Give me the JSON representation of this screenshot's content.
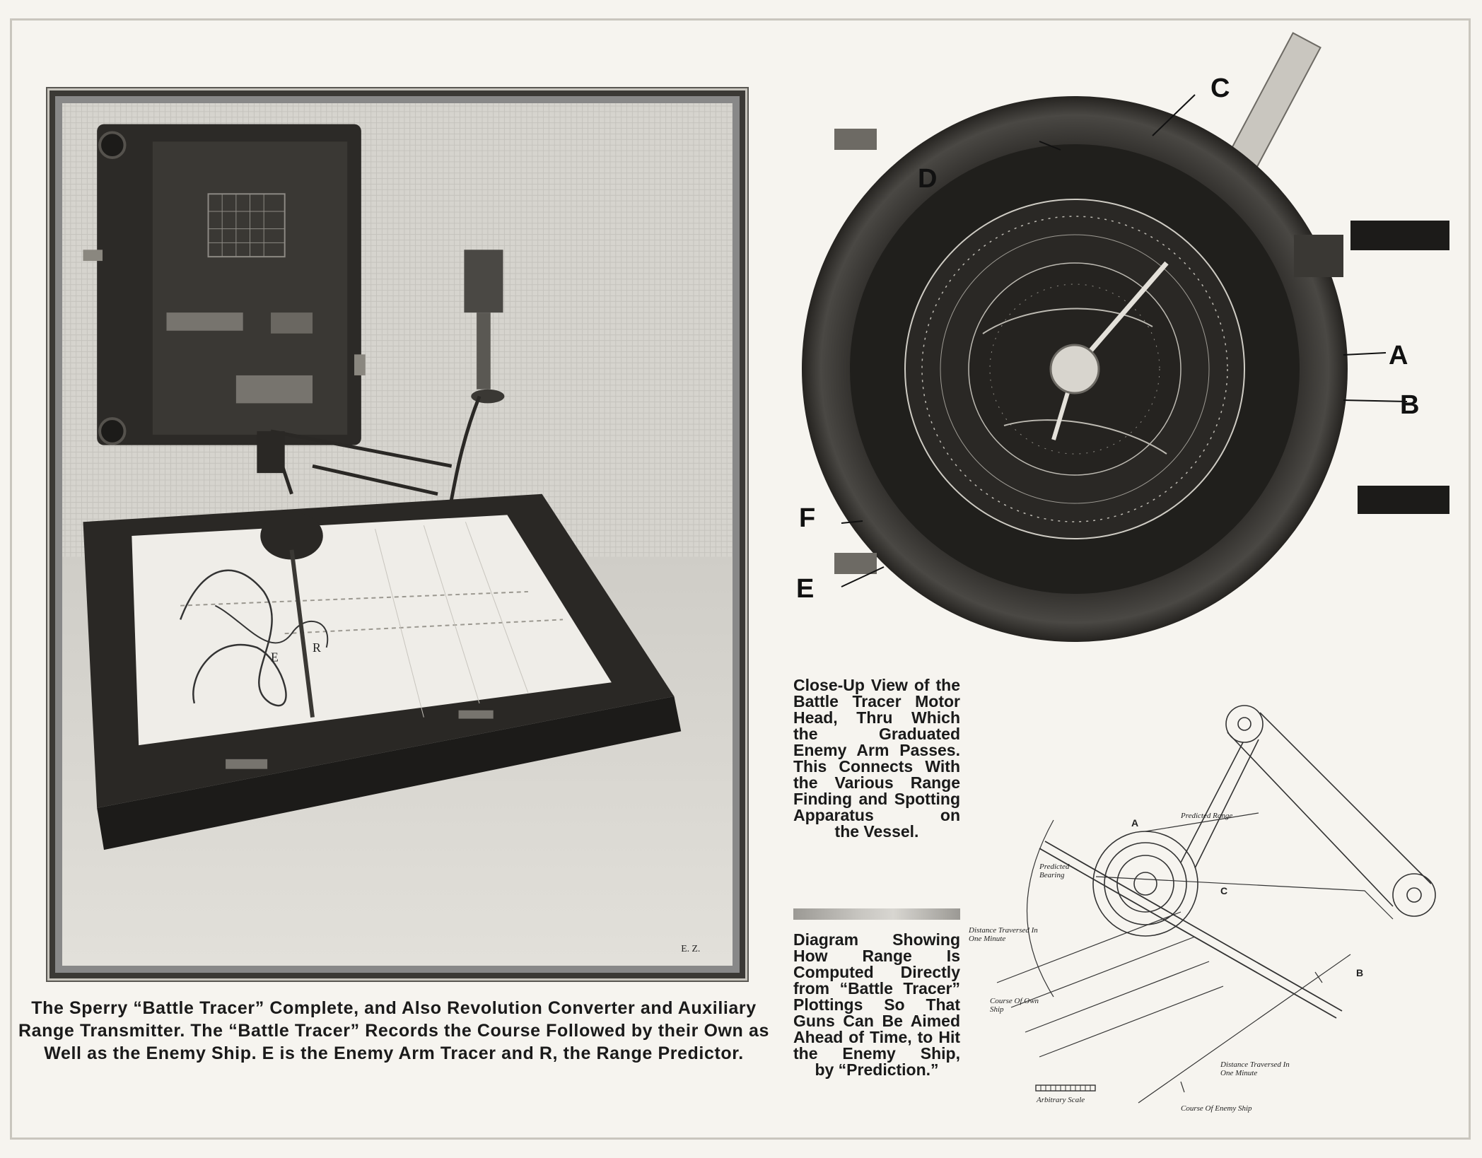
{
  "photo_signature": "E. Z.",
  "photo_labels": {
    "range_label": "R",
    "enemy_label": "E"
  },
  "dial_labels": {
    "a": "A",
    "b": "B",
    "c": "C",
    "d": "D",
    "e": "E",
    "f": "F"
  },
  "caption_main": "The Sperry “Battle Tracer” Complete, and Also Revolution Converter and Auxiliary Range Transmitter. The “Battle Tracer” Records the Course Followed by their Own as Well as the Enemy Ship. E is the Enemy Arm Tracer and R, the Range Predictor.",
  "caption_closeup": {
    "body": "Close-Up View of the Battle Tracer Motor Head, Thru Which the Graduated Enemy Arm Passes. This Connects With the Various Range Finding and Spotting Apparatus on",
    "last": "the Vessel."
  },
  "caption_diagram": {
    "body": "Diagram Showing How Range Is Computed Directly from “Battle Tracer” Plottings So That Guns Can Be Aimed Ahead of Time, to Hit the Enemy Ship,",
    "last": "by “Prediction.”"
  },
  "diagram_labels": {
    "predicted_range": "Predicted Range",
    "predicted_bearing": "Predicted Bearing",
    "distance_top": "Distance Traversed In One Minute",
    "course_own": "Course Of Own Ship",
    "arbitrary_scale": "Arbitrary Scale",
    "distance_bottom": "Distance Traversed In One Minute",
    "course_enemy": "Course Of Enemy Ship",
    "a": "A",
    "b": "B",
    "c": "C"
  },
  "colors": {
    "paper": "#f6f4ef",
    "ink": "#161616",
    "dark_wood": "#2a2825"
  }
}
